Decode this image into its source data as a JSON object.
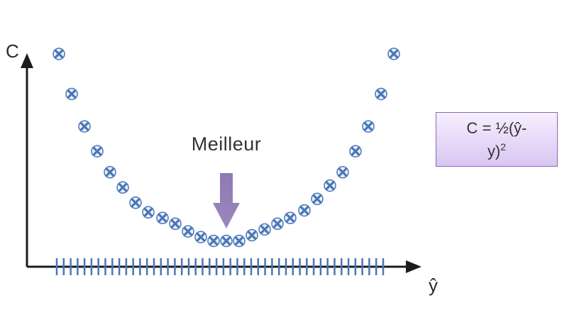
{
  "axes": {
    "y_label": "C",
    "x_label": "ŷ"
  },
  "annotation": {
    "text": "Meilleur"
  },
  "formula": {
    "line1": "C = ½(ŷ-",
    "line2": "y)",
    "exponent": "2"
  },
  "colors": {
    "axis": "#1c1c1c",
    "marker": "#4a76b5",
    "tick": "#4a76b5",
    "arrow": "#8f7ab2",
    "box_border": "#8a66b5"
  },
  "chart_data": {
    "type": "scatter",
    "x_ticks_count": 48,
    "points": [
      {
        "x": -1.18,
        "y": 1.0
      },
      {
        "x": -1.09,
        "y": 0.79
      },
      {
        "x": -1.0,
        "y": 0.62
      },
      {
        "x": -0.91,
        "y": 0.49
      },
      {
        "x": -0.82,
        "y": 0.38
      },
      {
        "x": -0.73,
        "y": 0.3
      },
      {
        "x": -0.64,
        "y": 0.22
      },
      {
        "x": -0.55,
        "y": 0.17
      },
      {
        "x": -0.45,
        "y": 0.14
      },
      {
        "x": -0.36,
        "y": 0.11
      },
      {
        "x": -0.27,
        "y": 0.07
      },
      {
        "x": -0.18,
        "y": 0.04
      },
      {
        "x": -0.09,
        "y": 0.02
      },
      {
        "x": 0.0,
        "y": 0.02
      },
      {
        "x": 0.09,
        "y": 0.02
      },
      {
        "x": 0.18,
        "y": 0.05
      },
      {
        "x": 0.27,
        "y": 0.08
      },
      {
        "x": 0.36,
        "y": 0.11
      },
      {
        "x": 0.45,
        "y": 0.14
      },
      {
        "x": 0.55,
        "y": 0.18
      },
      {
        "x": 0.64,
        "y": 0.24
      },
      {
        "x": 0.73,
        "y": 0.31
      },
      {
        "x": 0.82,
        "y": 0.38
      },
      {
        "x": 0.91,
        "y": 0.49
      },
      {
        "x": 1.0,
        "y": 0.62
      },
      {
        "x": 1.09,
        "y": 0.79
      },
      {
        "x": 1.18,
        "y": 1.0
      }
    ]
  }
}
